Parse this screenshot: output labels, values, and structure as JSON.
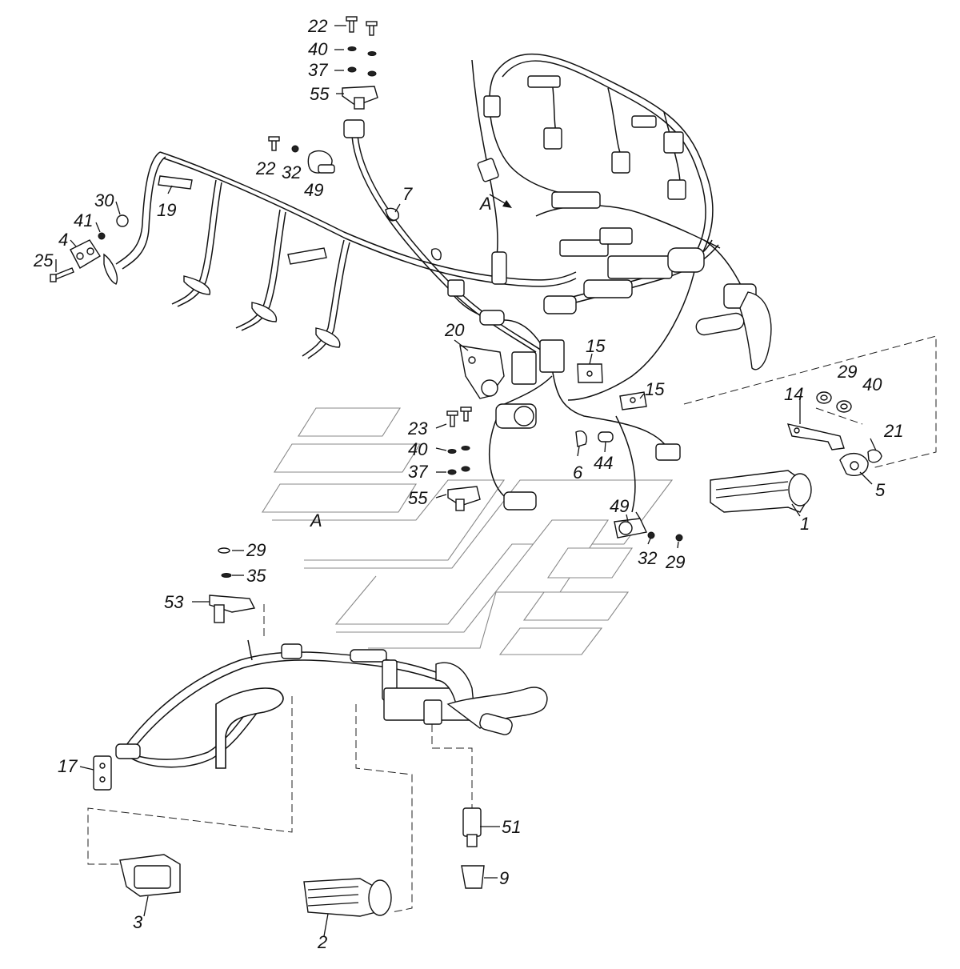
{
  "view_label": "A",
  "view_arrow_label": "A",
  "callouts": {
    "c22a": "22",
    "c40a": "40",
    "c37a": "37",
    "c55a": "55",
    "c22b": "22",
    "c32a": "32",
    "c49a": "49",
    "c7": "7",
    "c30": "30",
    "c41": "41",
    "c4": "4",
    "c25": "25",
    "c19": "19",
    "c20": "20",
    "c15a": "15",
    "c15b": "15",
    "c29a": "29",
    "c40b": "40",
    "c14": "14",
    "c21": "21",
    "c5": "5",
    "c1": "1",
    "c23": "23",
    "c40c": "40",
    "c37b": "37",
    "c55b": "55",
    "c6": "6",
    "c44": "44",
    "c49b": "49",
    "c32b": "32",
    "c29b": "29",
    "c29c": "29",
    "c35": "35",
    "c53": "53",
    "c17": "17",
    "c3": "3",
    "c2": "2",
    "c51": "51",
    "c9": "9"
  }
}
